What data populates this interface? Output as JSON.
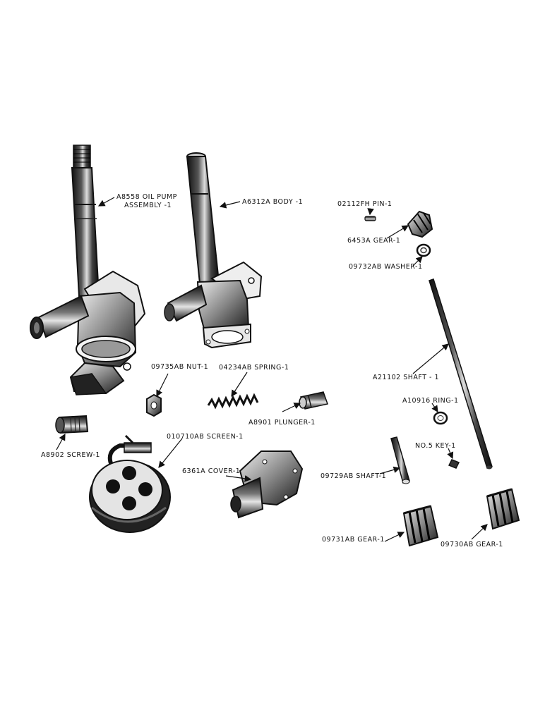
{
  "labels": {
    "oil_pump_1": "A8558 OIL PUMP",
    "oil_pump_2": "ASSEMBLY -1",
    "body": "A6312A BODY -1",
    "pin": "02112FH PIN-1",
    "gear_6453": "6453A GEAR-1",
    "washer": "09732AB WASHER-1",
    "shaft_long": "A21102 SHAFT - 1",
    "nut": "09735AB NUT-1",
    "spring": "04234AB SPRING-1",
    "plunger": "A8901 PLUNGER-1",
    "ring": "A10916 RING-1",
    "screw": "A8902 SCREW-1",
    "screen": "010710AB SCREEN-1",
    "cover": "6361A COVER-1",
    "key": "NO.5 KEY-1",
    "shaft_short": "09729AB SHAFT-1",
    "gear_09731": "09731AB GEAR-1",
    "gear_09730": "09730AB GEAR-1"
  },
  "colors": {
    "ink": "#111111",
    "paper": "#ffffff"
  }
}
